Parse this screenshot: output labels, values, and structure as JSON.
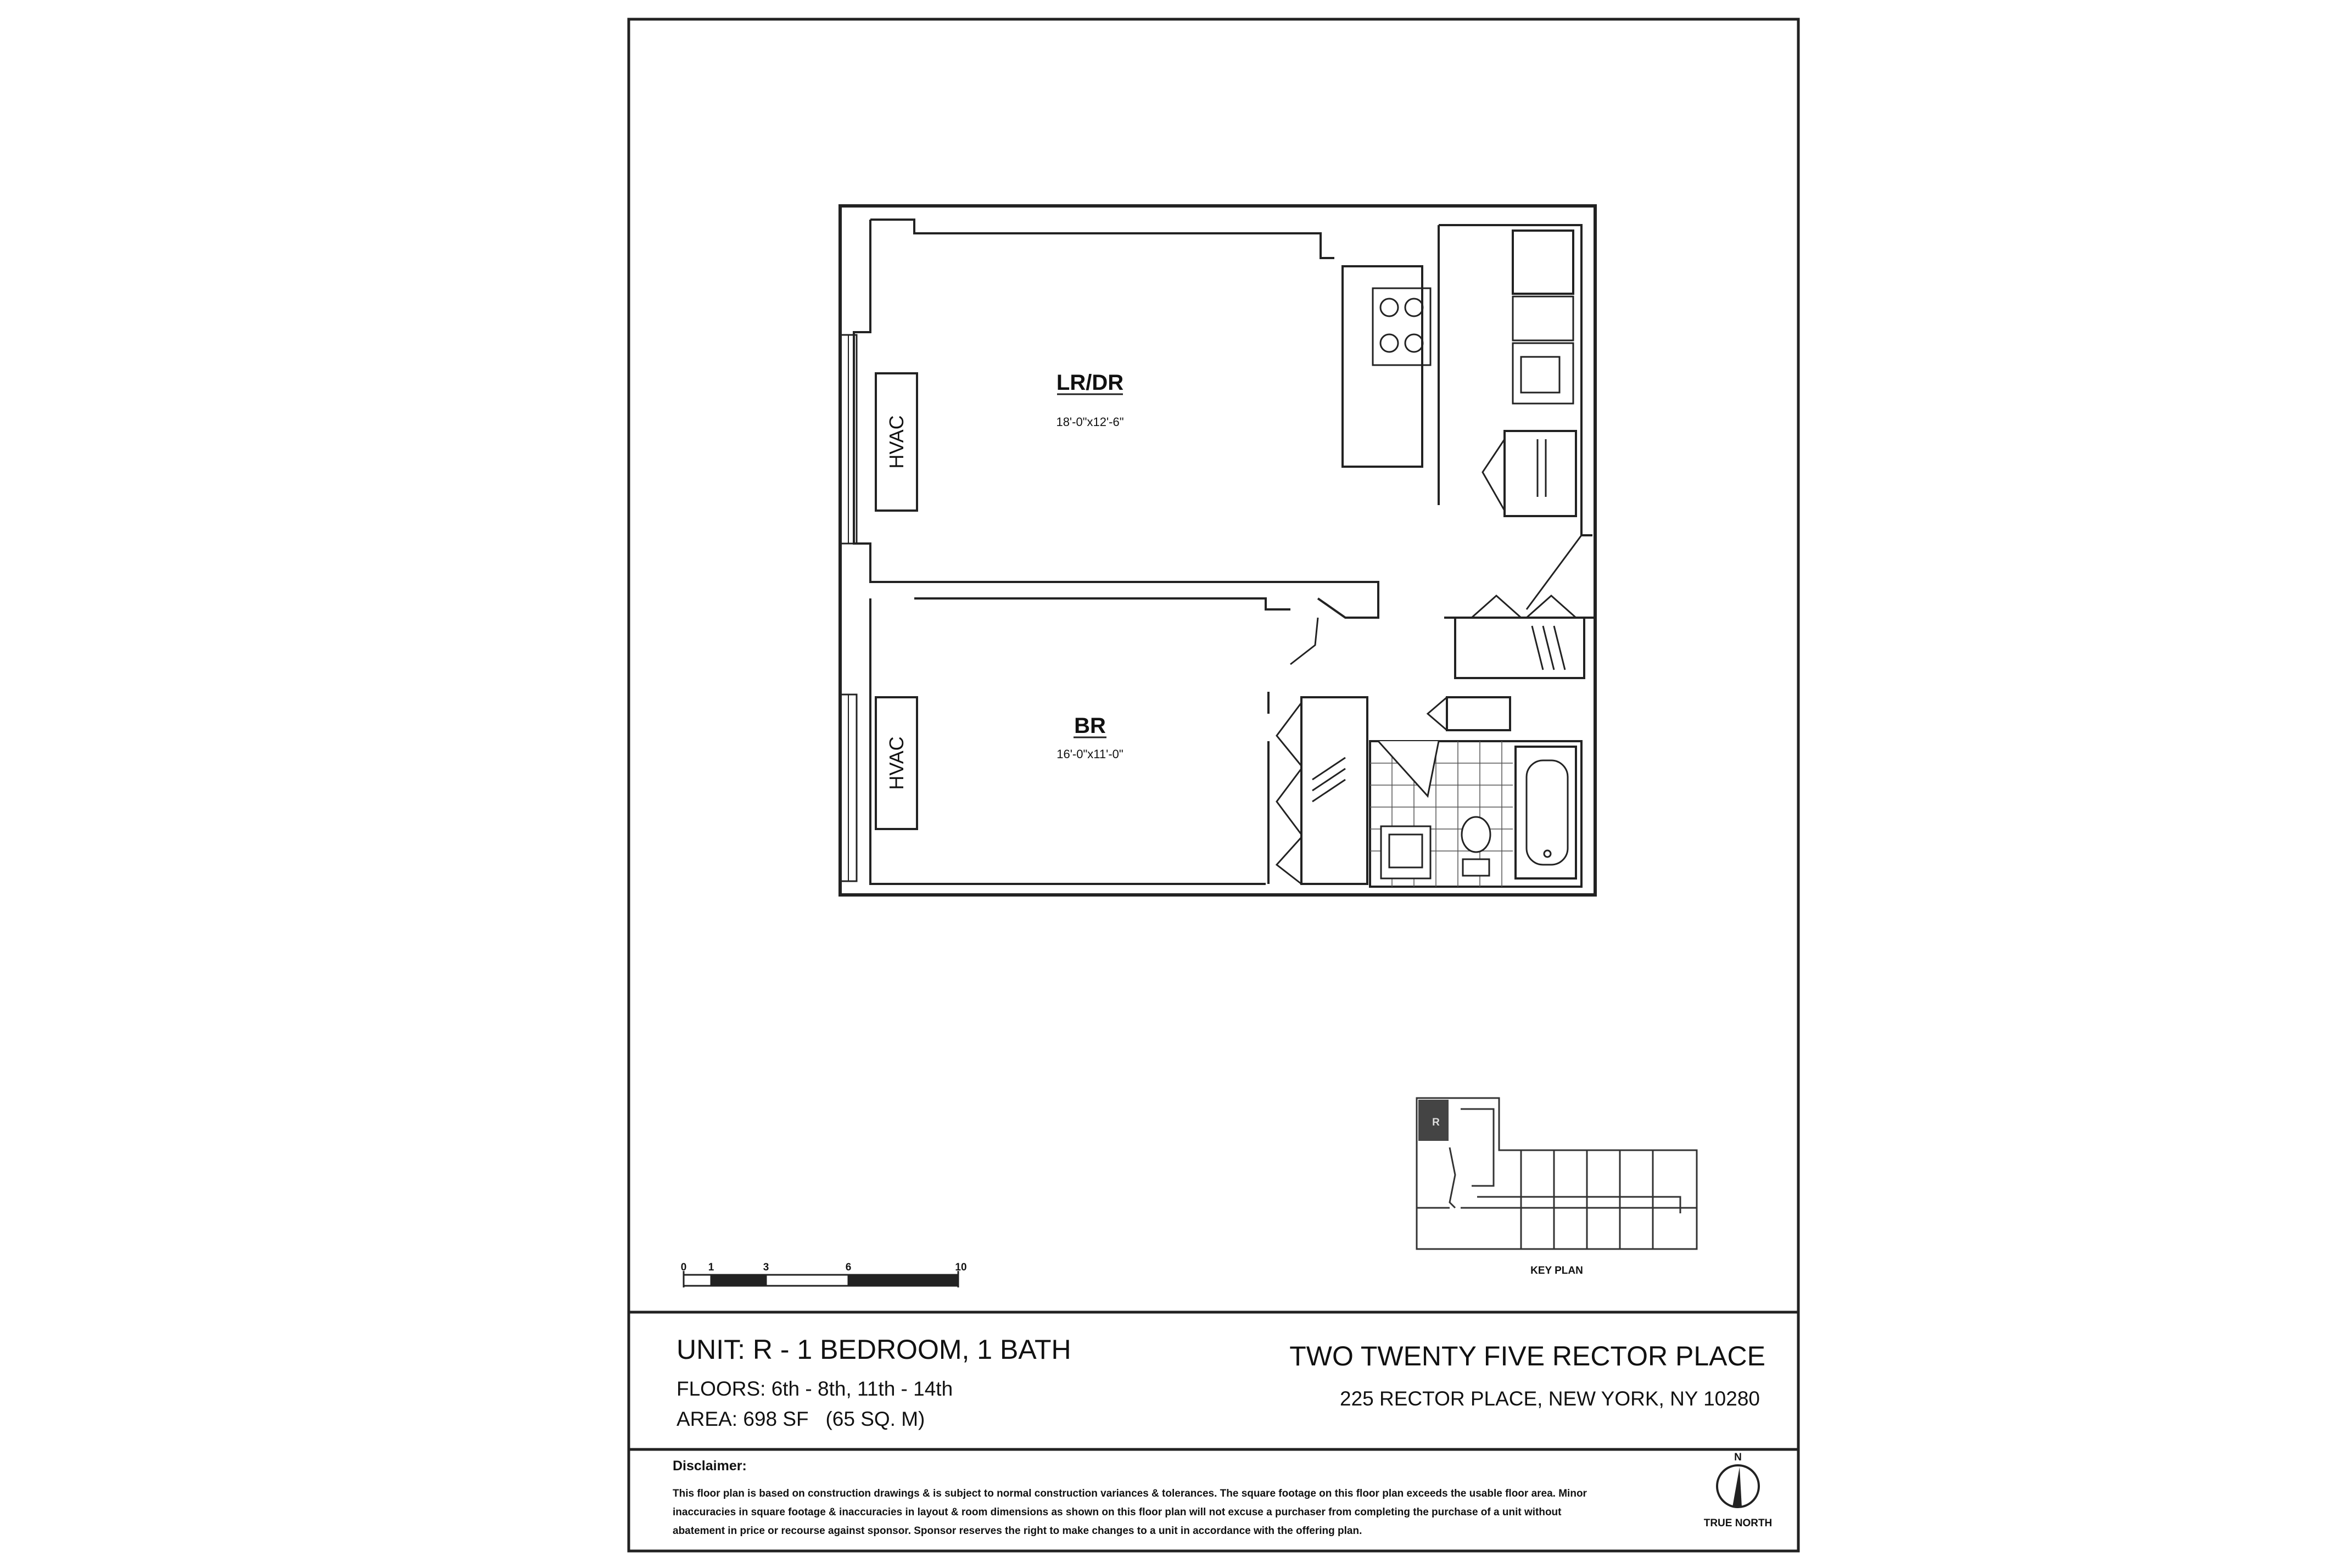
{
  "plan": {
    "rooms": {
      "living": {
        "name": "LR/DR",
        "dims": "18'-0\"x12'-6\""
      },
      "bedroom": {
        "name": "BR",
        "dims": "16'-0\"x11'-0\""
      }
    },
    "hvac_label": "HVAC",
    "scale_labels": [
      "0",
      "1",
      "3",
      "6",
      "10"
    ],
    "key_plan_label": "KEY PLAN",
    "key_plan_unit": "R"
  },
  "title_block": {
    "unit_title": "UNIT: R - 1 BEDROOM, 1 BATH",
    "floors": "FLOORS:  6th - 8th, 11th - 14th",
    "area": "AREA: 698 SF   (65 SQ. M)",
    "building_name": "TWO TWENTY FIVE RECTOR PLACE",
    "address": "225 RECTOR PLACE, NEW YORK, NY 10280"
  },
  "disclaimer": {
    "heading": "Disclaimer:",
    "lines": [
      "This floor plan is based on construction drawings & is subject to normal construction variances & tolerances. The square footage on this floor plan exceeds the usable floor area. Minor",
      "inaccuracies in square footage & inaccuracies in layout & room dimensions as shown on this floor plan will not excuse a purchaser from completing the purchase of a unit without",
      "abatement in price or recourse against sponsor. Sponsor reserves the right to make changes to a unit in accordance with the offering plan."
    ]
  },
  "compass": {
    "label": "TRUE NORTH",
    "mark": "N"
  }
}
